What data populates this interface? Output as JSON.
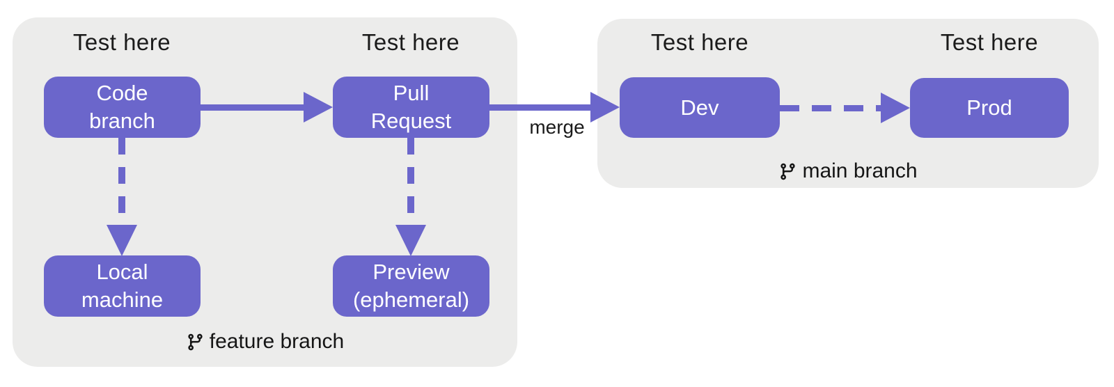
{
  "colors": {
    "accent_purple": "#6b66cb",
    "container_gray": "#ececeb",
    "label_text": "#1b1b1b",
    "node_text": "#ffffff",
    "page_bg": "#ffffff"
  },
  "labels": {
    "test_here": [
      "Test here",
      "Test here",
      "Test here",
      "Test here"
    ],
    "merge": "merge"
  },
  "nodes": [
    {
      "id": "code-branch",
      "lines": [
        "Code",
        "branch"
      ]
    },
    {
      "id": "pull-request",
      "lines": [
        "Pull",
        "Request"
      ]
    },
    {
      "id": "local-machine",
      "lines": [
        "Local",
        "machine"
      ]
    },
    {
      "id": "preview",
      "lines": [
        "Preview",
        "(ephemeral)"
      ]
    },
    {
      "id": "dev",
      "lines": [
        "Dev"
      ]
    },
    {
      "id": "prod",
      "lines": [
        "Prod"
      ]
    }
  ],
  "branches": [
    {
      "id": "feature",
      "icon": "git-branch-icon",
      "label": "feature branch"
    },
    {
      "id": "main",
      "icon": "git-branch-icon",
      "label": "main branch"
    }
  ]
}
